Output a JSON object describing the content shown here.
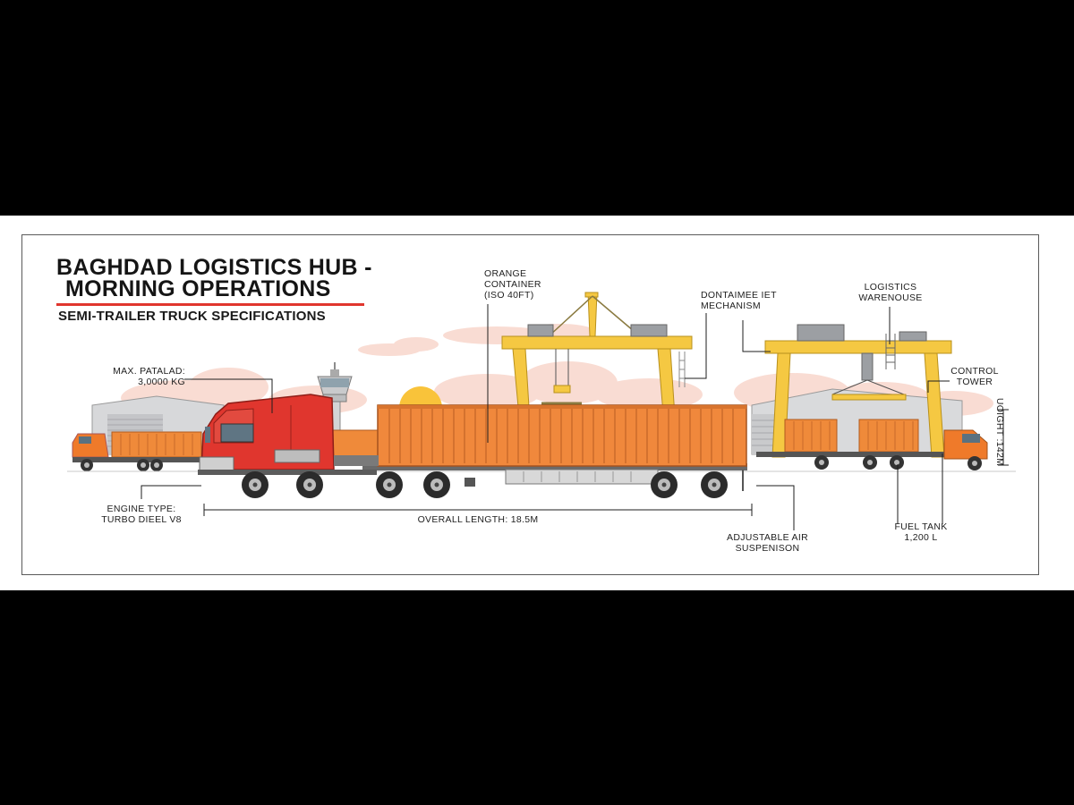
{
  "title": {
    "line1": "BAGHDAD LOGISTICS HUB -",
    "line2": "MORNING OPERATIONS"
  },
  "subtitle": "SEMI-TRAILER TRUCK SPECIFICATIONS",
  "callouts": {
    "payload": {
      "line1": "MAX. PATALAD:",
      "line2": "3,0000 KG"
    },
    "container": {
      "line1": "ORANGE",
      "line2": "CONTAINER",
      "line3": "(ISO 40FT)"
    },
    "mechanism": {
      "line1": "DONTAIMEE IET",
      "line2": "MECHANISM"
    },
    "warehouse": {
      "line1": "LOGISTICS",
      "line2": "WARENOUSE"
    },
    "tower": {
      "line1": "CONTROL",
      "line2": "TOWER"
    },
    "height": "UOIGHT :142M",
    "engine": {
      "line1": "ENGINE TYPE:",
      "line2": "TURBO DIEEL V8"
    },
    "length": "OVERALL LENGTH: 18.5M",
    "suspension": {
      "line1": "ADJUSTABLE AIR",
      "line2": "SUSPENISON"
    },
    "fuel": {
      "line1": "FUEL TANK",
      "line2": "1,200 L"
    }
  },
  "colors": {
    "truck_red": "#e0362e",
    "container_orange": "#f0883c",
    "crane_yellow": "#f5c842",
    "cloud_pink": "#f8d6cc",
    "sun": "#f9c33a",
    "building_gray": "#d9dadc"
  }
}
